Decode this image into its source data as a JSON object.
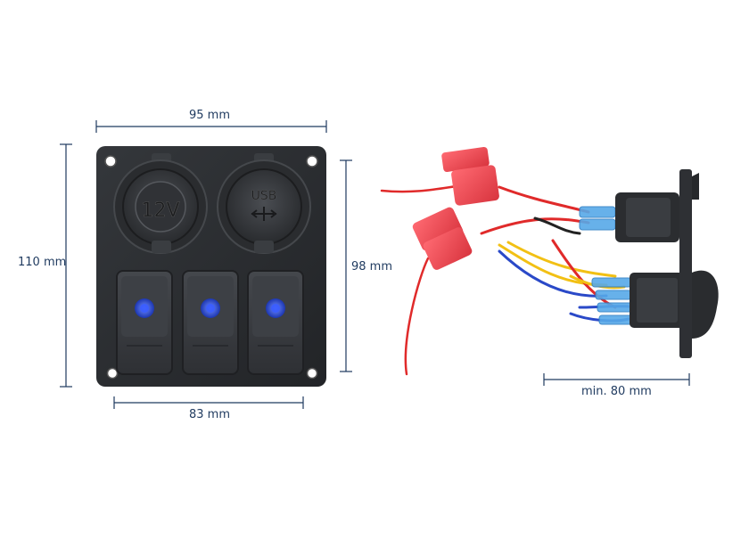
{
  "dimensions": {
    "width_top": "95 mm",
    "height_left": "110 mm",
    "height_right": "98 mm",
    "width_bottom": "83 mm",
    "depth": "min. 80 mm"
  },
  "sockets": {
    "left_label": "12V",
    "right_label": "USB"
  },
  "switches": {
    "count": 3,
    "indicator_color": "#2a4fd6"
  },
  "colors": {
    "dimension_line": "#1f3a5f",
    "panel": "#2b2d30",
    "fuse_holder": "#e8424c",
    "wire_red": "#e02a2a",
    "wire_yellow": "#f2c014",
    "wire_blue": "#2a49c8",
    "terminal_blue": "#57a9e8"
  }
}
